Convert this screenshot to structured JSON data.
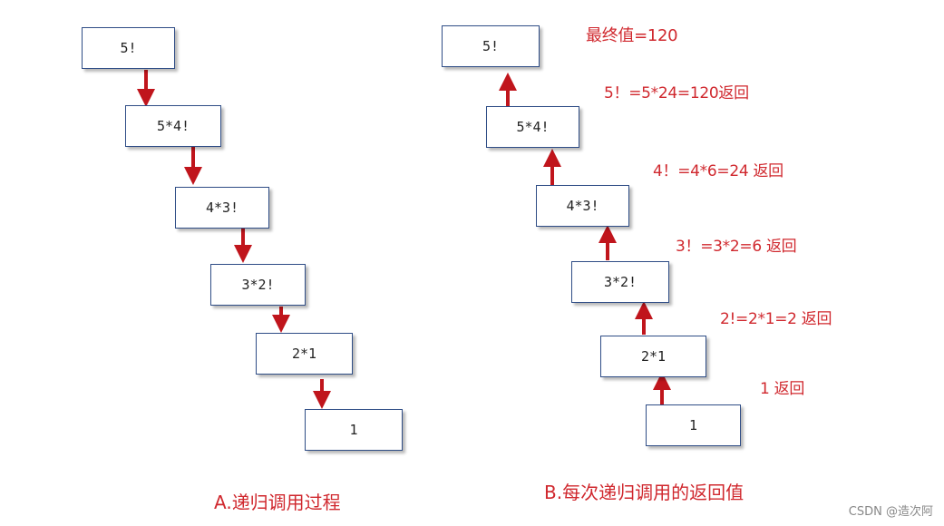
{
  "left_column": {
    "boxes": [
      "5!",
      "5*4!",
      "4*3!",
      "3*2!",
      "2*1",
      "1"
    ],
    "caption": "A.递归调用过程"
  },
  "right_column": {
    "boxes": [
      "5!",
      "5*4!",
      "4*3!",
      "3*2!",
      "2*1",
      "1"
    ],
    "caption": "B.每次递归调用的返回值",
    "final_value": "最终值=120",
    "returns": [
      "5！=5*24=120返回",
      "4！=4*6=24 返回",
      "3！=3*2=6 返回",
      "2!=2*1=2 返回",
      "1 返回"
    ]
  },
  "arrow_color": "#c0151c",
  "watermark": "CSDN @造次阿"
}
